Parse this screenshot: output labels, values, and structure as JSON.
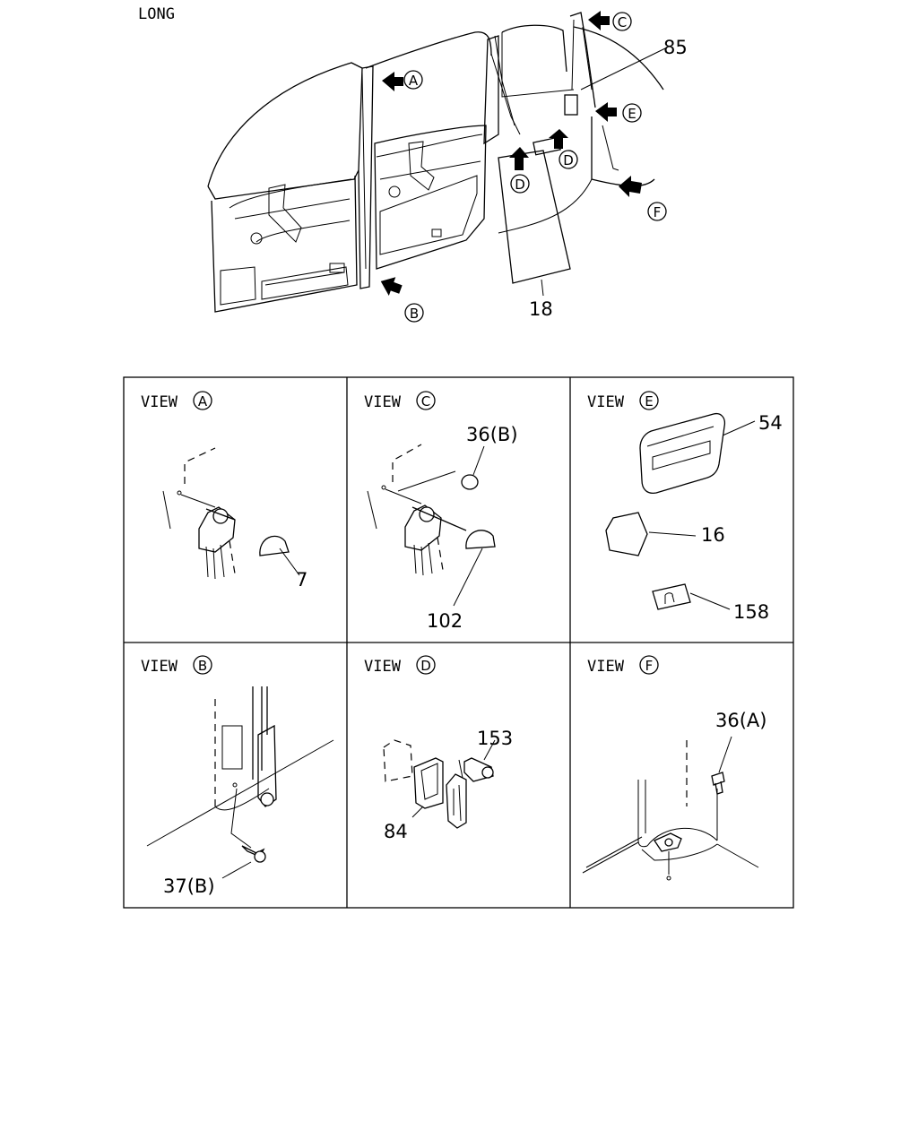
{
  "header": {
    "variant": "LONG"
  },
  "overview": {
    "callouts": {
      "a": "A",
      "b": "B",
      "c": "C",
      "d1": "D",
      "d2": "D",
      "e": "E",
      "f": "F"
    },
    "parts": {
      "p85": "85",
      "p18": "18"
    }
  },
  "views": {
    "prefix": "VIEW",
    "a": {
      "letter": "A",
      "parts": [
        "7"
      ]
    },
    "c": {
      "letter": "C",
      "parts": [
        "36(B)",
        "102"
      ]
    },
    "e": {
      "letter": "E",
      "parts": [
        "54",
        "16",
        "158"
      ]
    },
    "b": {
      "letter": "B",
      "parts": [
        "37(B)"
      ]
    },
    "d": {
      "letter": "D",
      "parts": [
        "153",
        "84"
      ]
    },
    "f": {
      "letter": "F",
      "parts": [
        "36(A)"
      ]
    }
  }
}
